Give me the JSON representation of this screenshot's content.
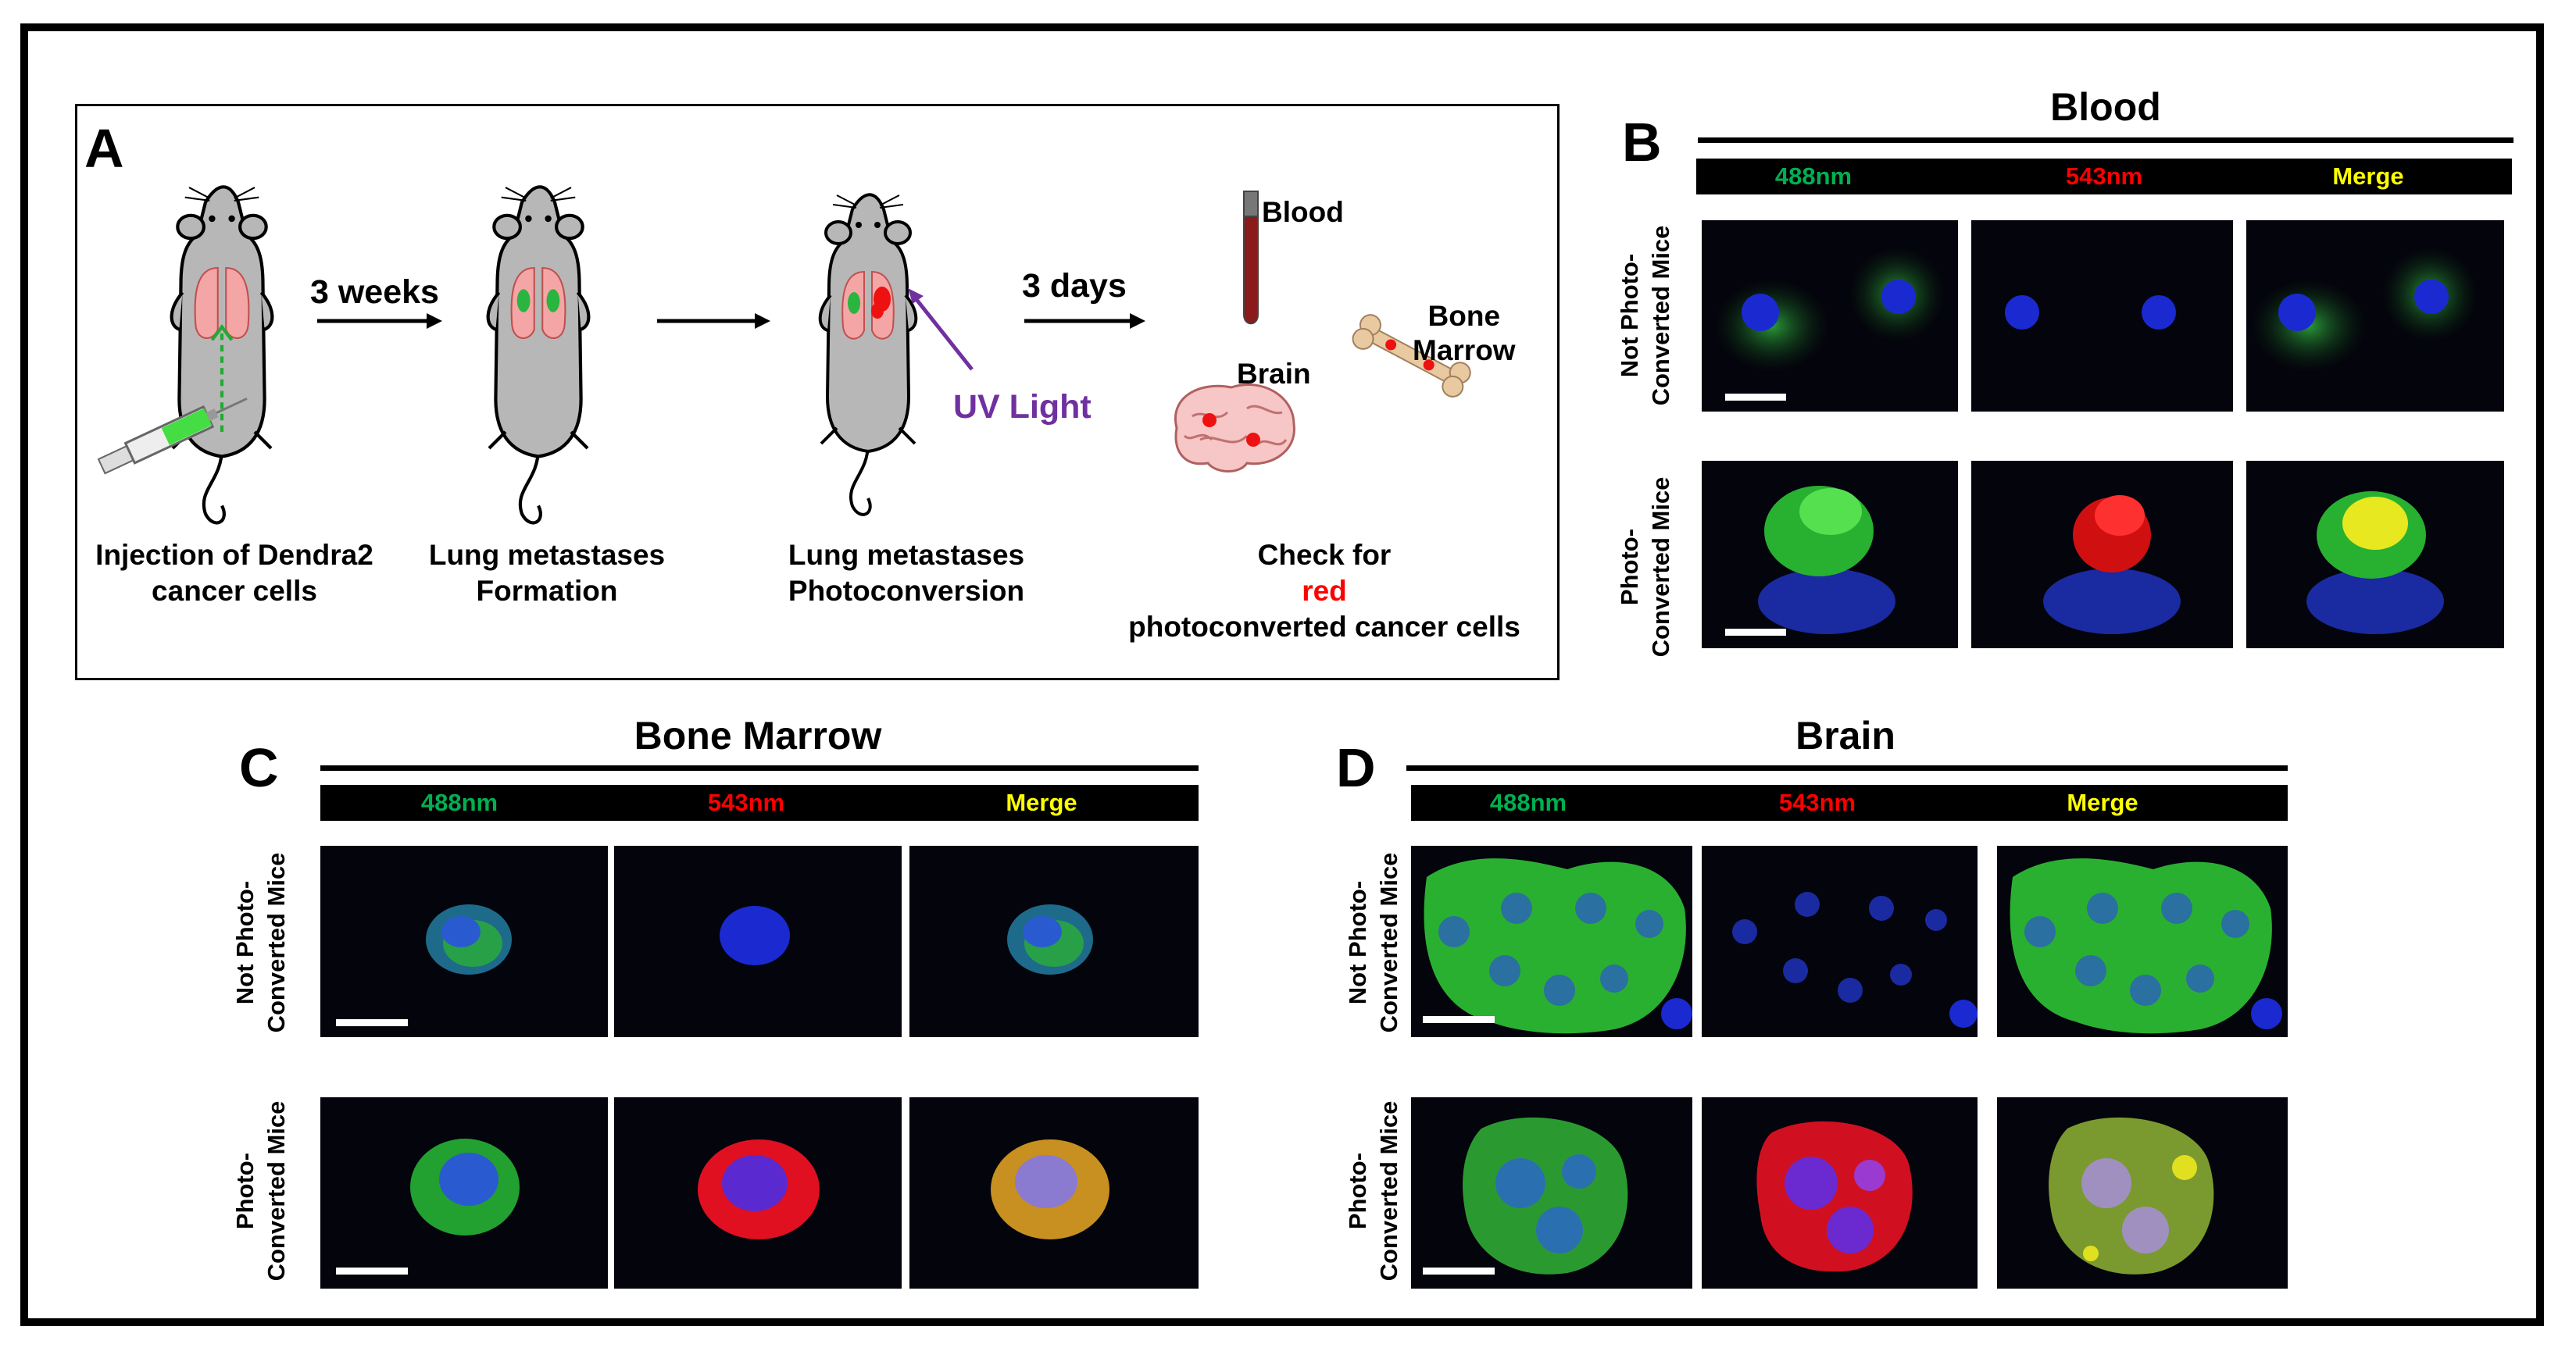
{
  "panel_letters": {
    "a": "A",
    "b": "B",
    "c": "C",
    "d": "D"
  },
  "panel_a": {
    "step1_caption": [
      "Injection of Dendra2",
      "cancer cells"
    ],
    "step2_caption": [
      "Lung metastases",
      "Formation"
    ],
    "step3_caption": [
      "Lung metastases",
      "Photoconversion"
    ],
    "step4_caption_prefix": "Check for ",
    "step4_caption_highlight": "red",
    "step4_caption_line2": "photoconverted cancer cells",
    "arrow1_label": "3 weeks",
    "arrow3_label": "3 days",
    "uv_label": "UV Light",
    "blood_label": "Blood",
    "brain_label": "Brain",
    "bone_marrow_label": [
      "Bone",
      "Marrow"
    ],
    "colors": {
      "uv": "#7030a0",
      "red_text": "#ff0000",
      "green_cells": "#22bb33",
      "red_cells": "#ee1111"
    }
  },
  "channels": {
    "green": "488nm",
    "red": "543nm",
    "merge": "Merge",
    "colors": {
      "green": "#00b050",
      "red": "#ff0000",
      "merge": "#ffff00"
    }
  },
  "row_labels": {
    "not_converted": [
      "Not Photo-",
      "Converted Mice"
    ],
    "converted": [
      "Photo-",
      "Converted Mice"
    ]
  },
  "panel_b": {
    "title": "Blood"
  },
  "panel_c": {
    "title": "Bone Marrow"
  },
  "panel_d": {
    "title": "Brain"
  }
}
